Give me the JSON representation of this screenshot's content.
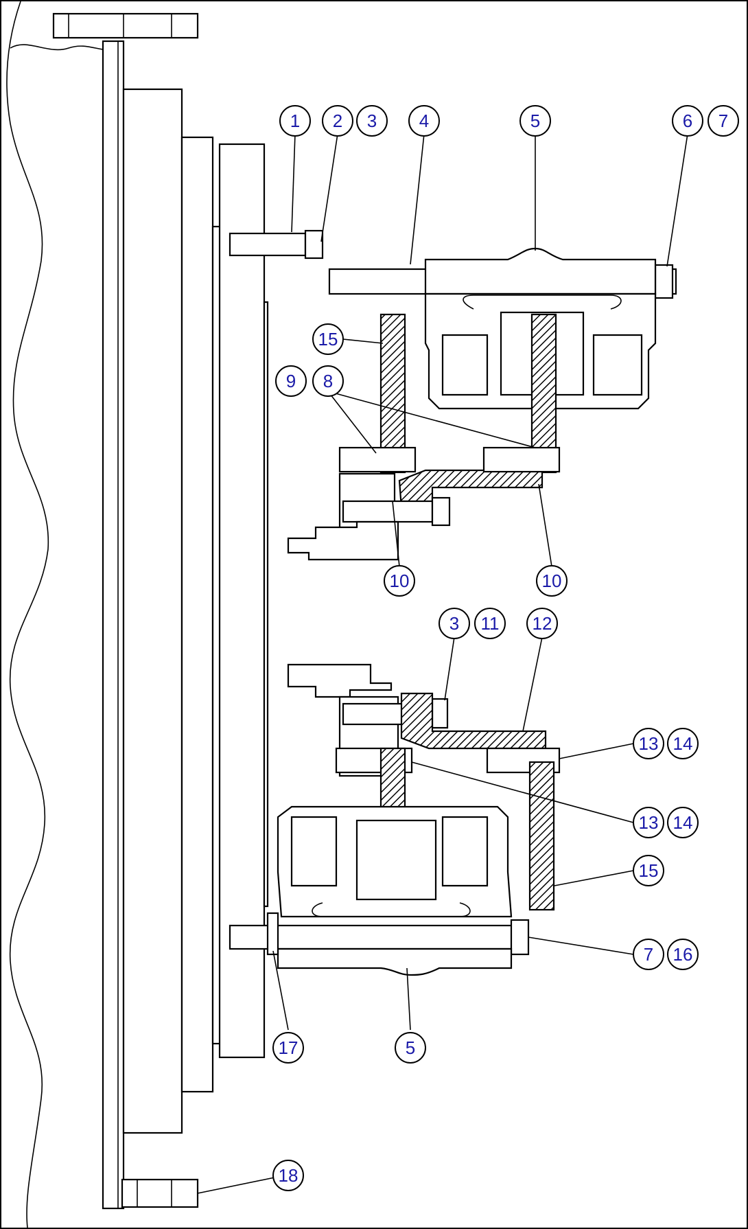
{
  "diagram": {
    "callouts": [
      {
        "id": "c1",
        "label": "1"
      },
      {
        "id": "c2",
        "label": "2"
      },
      {
        "id": "c3a",
        "label": "3"
      },
      {
        "id": "c4",
        "label": "4"
      },
      {
        "id": "c5a",
        "label": "5"
      },
      {
        "id": "c6",
        "label": "6"
      },
      {
        "id": "c7a",
        "label": "7"
      },
      {
        "id": "c15a",
        "label": "15"
      },
      {
        "id": "c9",
        "label": "9"
      },
      {
        "id": "c8",
        "label": "8"
      },
      {
        "id": "c10a",
        "label": "10"
      },
      {
        "id": "c10b",
        "label": "10"
      },
      {
        "id": "c3b",
        "label": "3"
      },
      {
        "id": "c11",
        "label": "11"
      },
      {
        "id": "c12",
        "label": "12"
      },
      {
        "id": "c13a",
        "label": "13"
      },
      {
        "id": "c14a",
        "label": "14"
      },
      {
        "id": "c13b",
        "label": "13"
      },
      {
        "id": "c14b",
        "label": "14"
      },
      {
        "id": "c15b",
        "label": "15"
      },
      {
        "id": "c7b",
        "label": "7"
      },
      {
        "id": "c16",
        "label": "16"
      },
      {
        "id": "c17",
        "label": "17"
      },
      {
        "id": "c5b",
        "label": "5"
      },
      {
        "id": "c18",
        "label": "18"
      }
    ]
  }
}
